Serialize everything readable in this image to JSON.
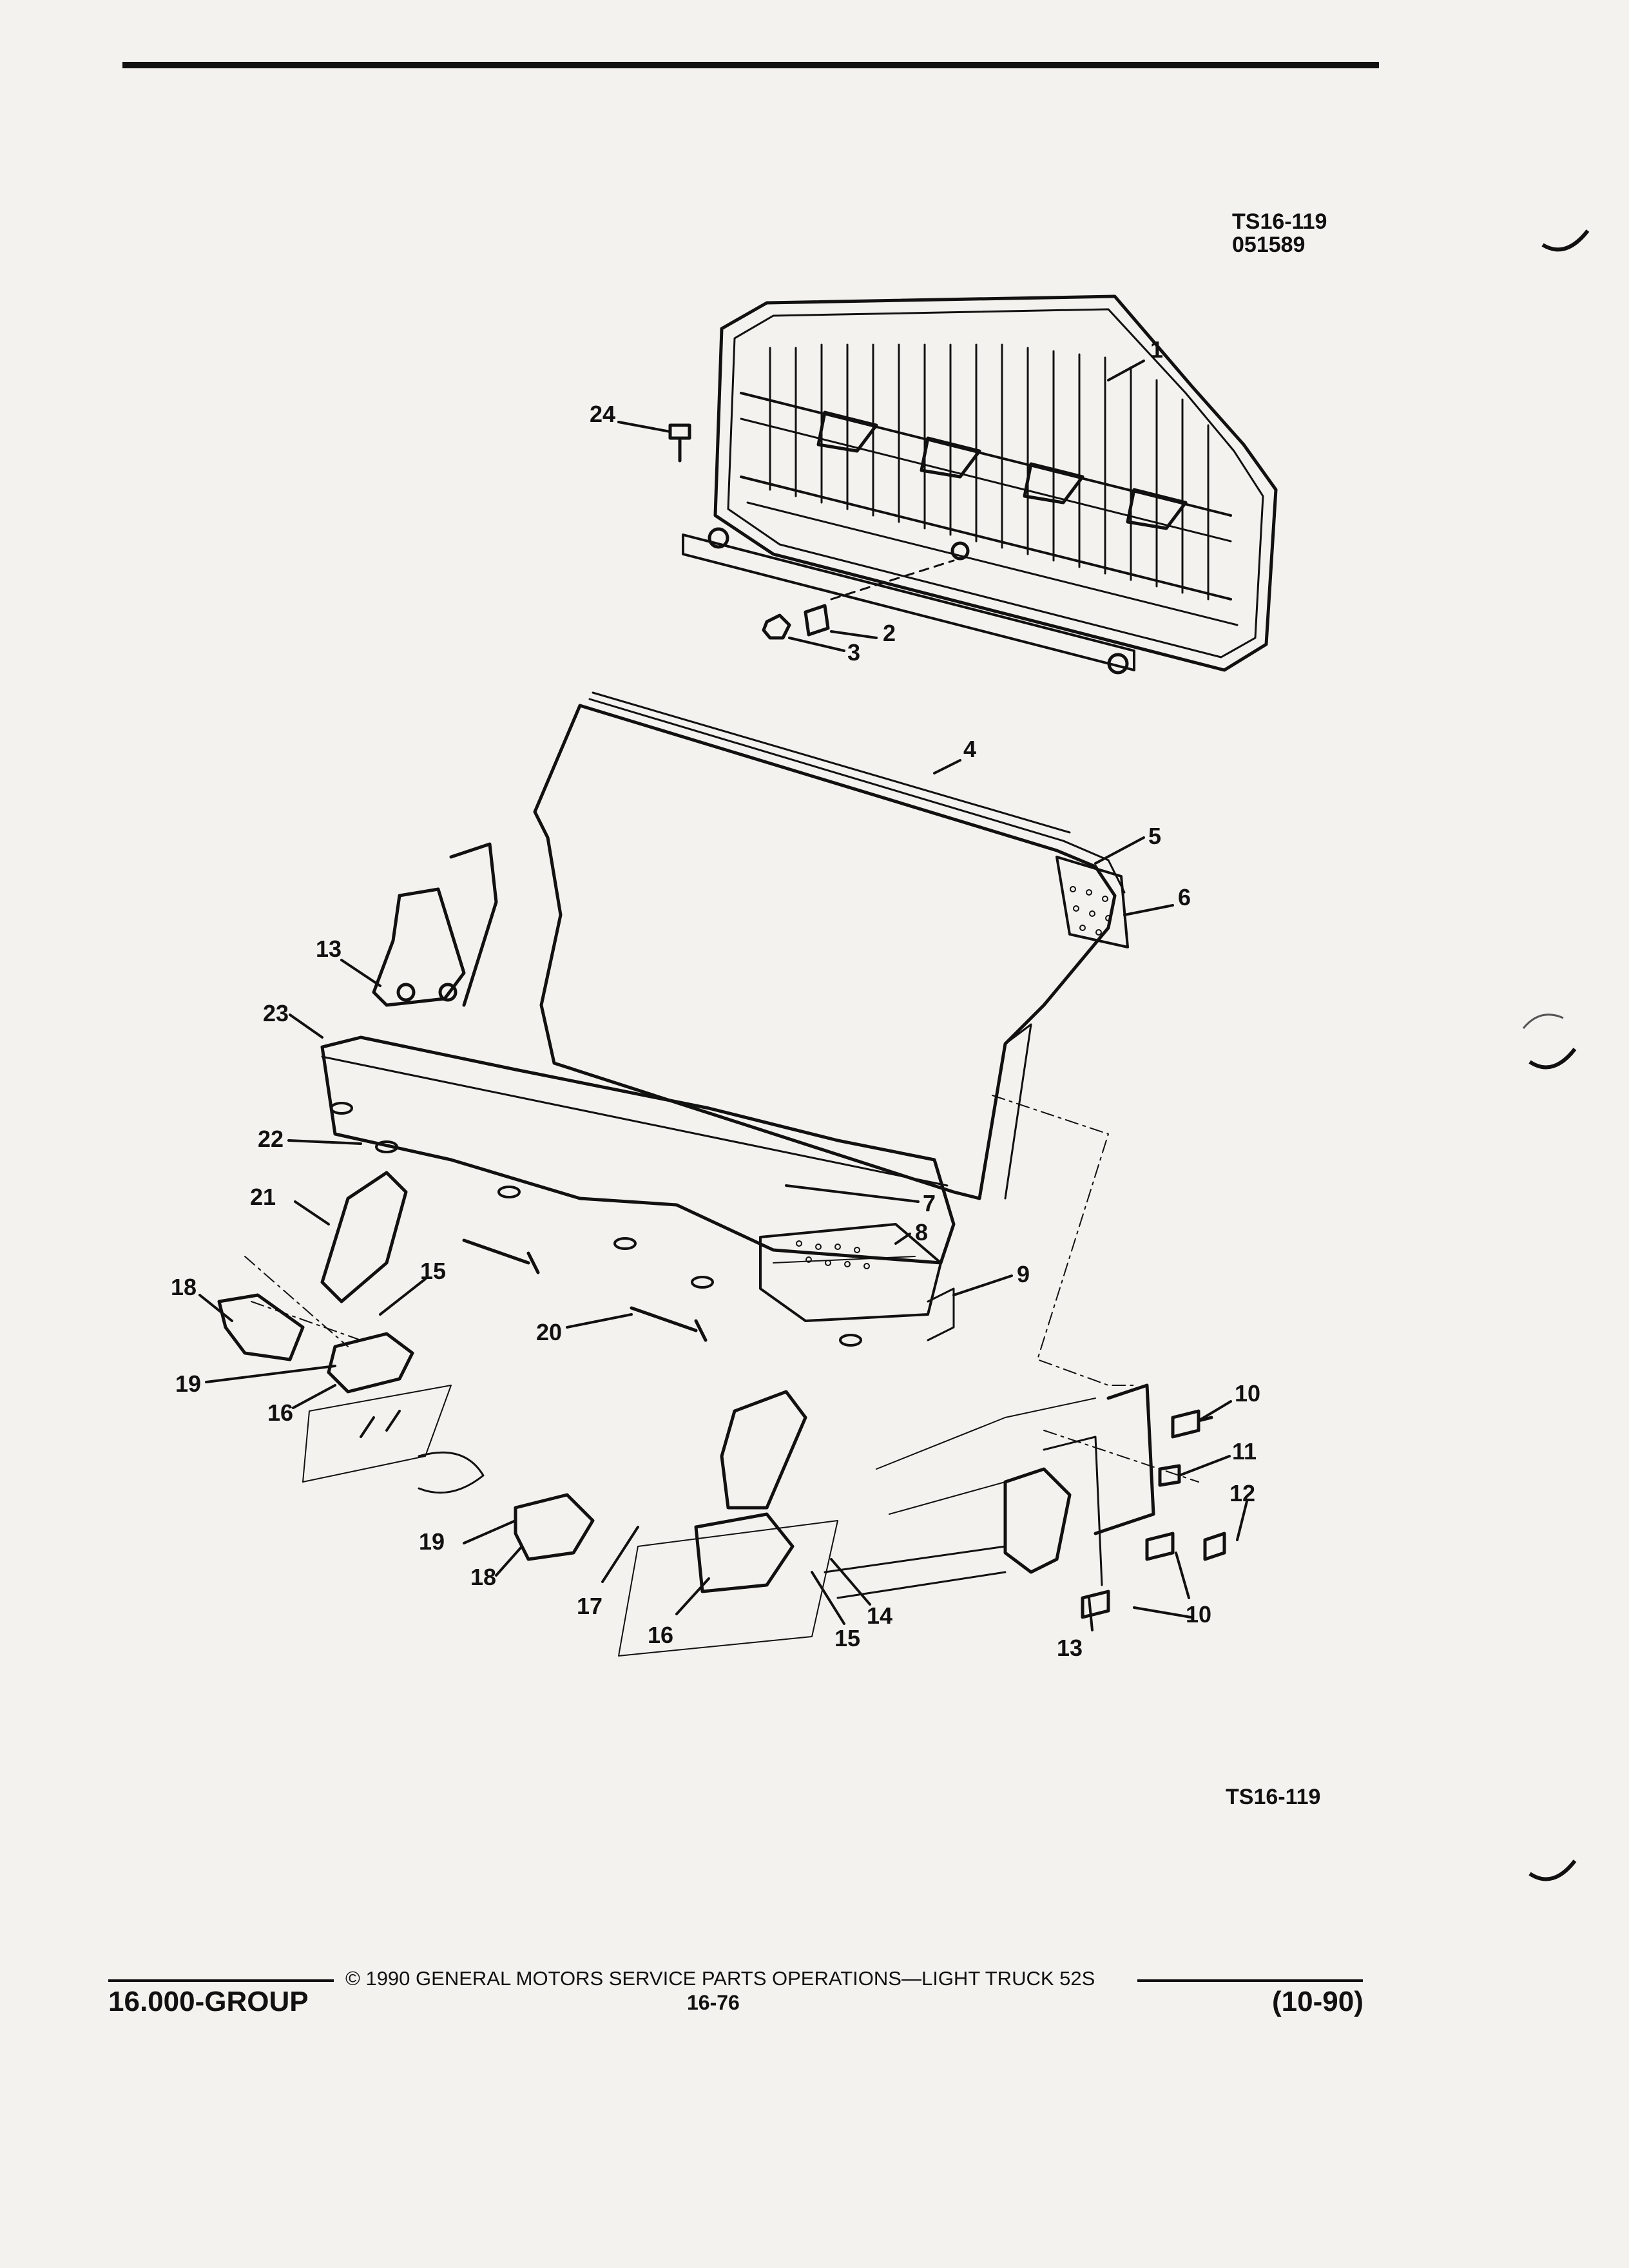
{
  "header": {
    "figure_ref": "TS16-119",
    "figure_code": "051589"
  },
  "figure": {
    "bottom_ref": "TS16-119",
    "callouts": {
      "c1": "1",
      "c2": "2",
      "c3": "3",
      "c4": "4",
      "c5": "5",
      "c6": "6",
      "c7": "7",
      "c8": "8",
      "c9": "9",
      "c10a": "10",
      "c10b": "10",
      "c11": "11",
      "c12": "12",
      "c13a": "13",
      "c13b": "13",
      "c14": "14",
      "c15a": "15",
      "c15b": "15",
      "c16a": "16",
      "c16b": "16",
      "c17": "17",
      "c18a": "18",
      "c18b": "18",
      "c19a": "19",
      "c19b": "19",
      "c20": "20",
      "c21": "21",
      "c22": "22",
      "c23": "23",
      "c24": "24"
    }
  },
  "footer": {
    "copyright": "© 1990  GENERAL MOTORS SERVICE PARTS OPERATIONS—LIGHT TRUCK 52S",
    "group": "16.000-GROUP",
    "page": "16-76",
    "date": "(10-90)"
  }
}
